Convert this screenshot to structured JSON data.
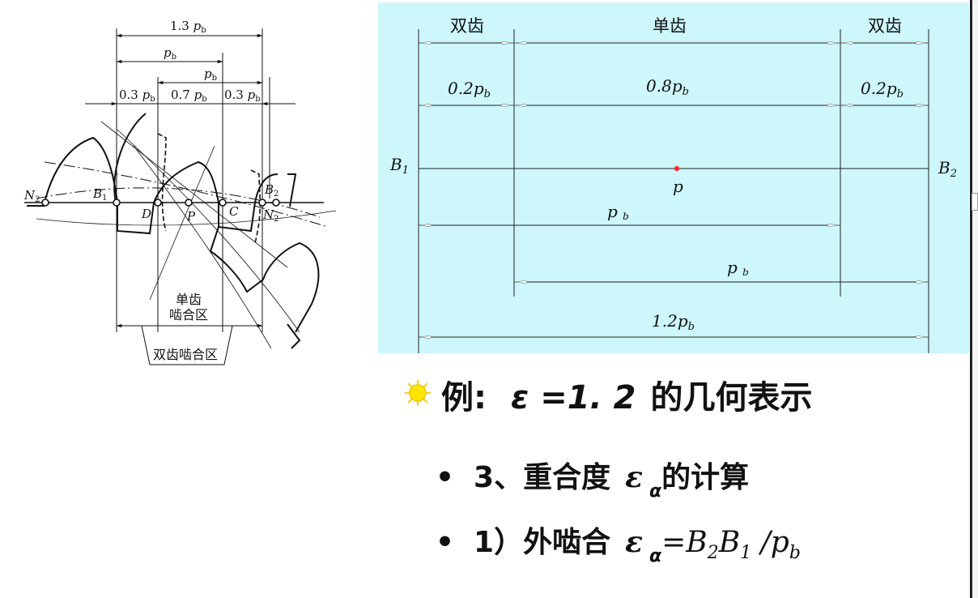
{
  "gear_figure": {
    "dim_total": "1.3",
    "dim_pb_top": "p",
    "dim_pb_second": "p",
    "dim_03_left": "0.3",
    "dim_07": "0.7",
    "dim_03_right": "0.3",
    "pb_symbol": "p",
    "pb_sub": "b",
    "pt_N2": "N",
    "pt_N2_sub": "2",
    "pt_B1": "B",
    "pt_B1_sub": "1",
    "pt_D": "D",
    "pt_P": "P",
    "pt_C": "C",
    "pt_B2": "B",
    "pt_B2_sub": "2",
    "pt_N2r": "N",
    "pt_N2r_sub": "2",
    "zone_single_1": "单齿",
    "zone_single_2": "啮合区",
    "zone_double": "双齿啮合区"
  },
  "panel": {
    "bg_color": "#cdf7fb",
    "point_color": "#ff2a2a",
    "hdr_left": "双齿",
    "hdr_mid": "单齿",
    "hdr_right": "双齿",
    "seg_left": "0.2",
    "seg_mid": "0.8",
    "seg_right": "0.2",
    "p": "p",
    "b": "b",
    "B": "B",
    "one": "1",
    "two": "2",
    "pitch_point": "p",
    "span_total": "1.2"
  },
  "main_text": {
    "example_prefix": "例:",
    "epsilon_eq": "ε =1. 2",
    "example_rest": "的几何表示",
    "bullet_dot": "•",
    "item1_prefix": "3、重合度",
    "epsilon": "ε",
    "alpha": "α",
    "item1_rest": "的计算",
    "item2_prefix": "1）外啮合",
    "item2_eq": "=B",
    "item2_b2": "2",
    "item2_B": "B",
    "item2_b1": "1",
    "item2_div": " /p",
    "item2_pb": "b"
  }
}
